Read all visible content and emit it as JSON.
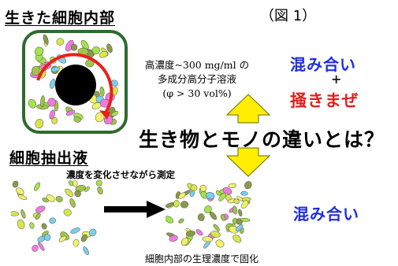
{
  "labels": {
    "cell_interior": "生きた細胞内部",
    "figure": "（図 1）",
    "concentration_line1": "高濃度~300 mg/ml の",
    "concentration_line2": "多成分高分子溶液",
    "concentration_line3": "(φ > 30 vol%)",
    "mixing_top": "混み合い",
    "plus": "+",
    "stirring": "掻きまぜ",
    "question": "生き物とモノの違いとは？",
    "cell_extract": "細胞抽出液",
    "measure_note": "濃度を変化させながら測定",
    "mixing_bottom": "混み合い",
    "bottom_caption": "細胞内部の生理濃度で固化"
  },
  "colors": {
    "cell_border": "#2d6b2d",
    "blob_colors": [
      "#8a9a4a",
      "#9fc54a",
      "#f07adf",
      "#d8e64a",
      "#7ad0f0",
      "#f2f26a",
      "#a6e24a"
    ],
    "circulation_arrow": "#e8201a",
    "double_arrow_fill": "#ffee00",
    "mixing_blue": "#1f2de0",
    "stirring_red": "#e0201a"
  }
}
